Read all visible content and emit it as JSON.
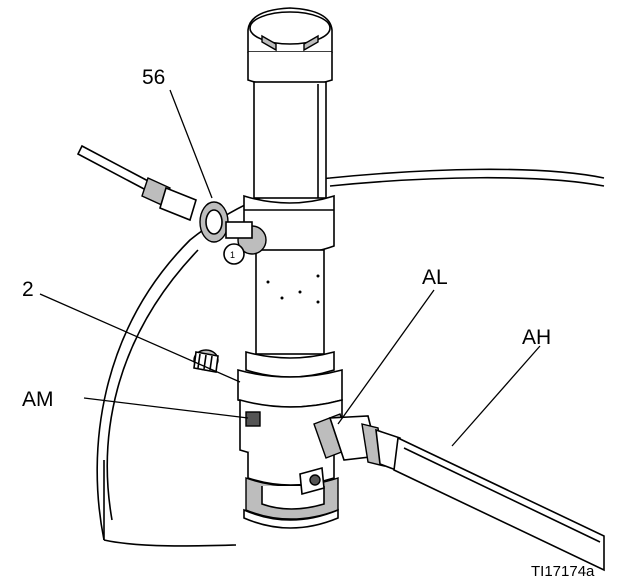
{
  "callouts": {
    "c56": "56",
    "c2": "2",
    "cAL": "AL",
    "cAH": "AH",
    "cAM": "AM"
  },
  "figure_id": "TI17174a"
}
